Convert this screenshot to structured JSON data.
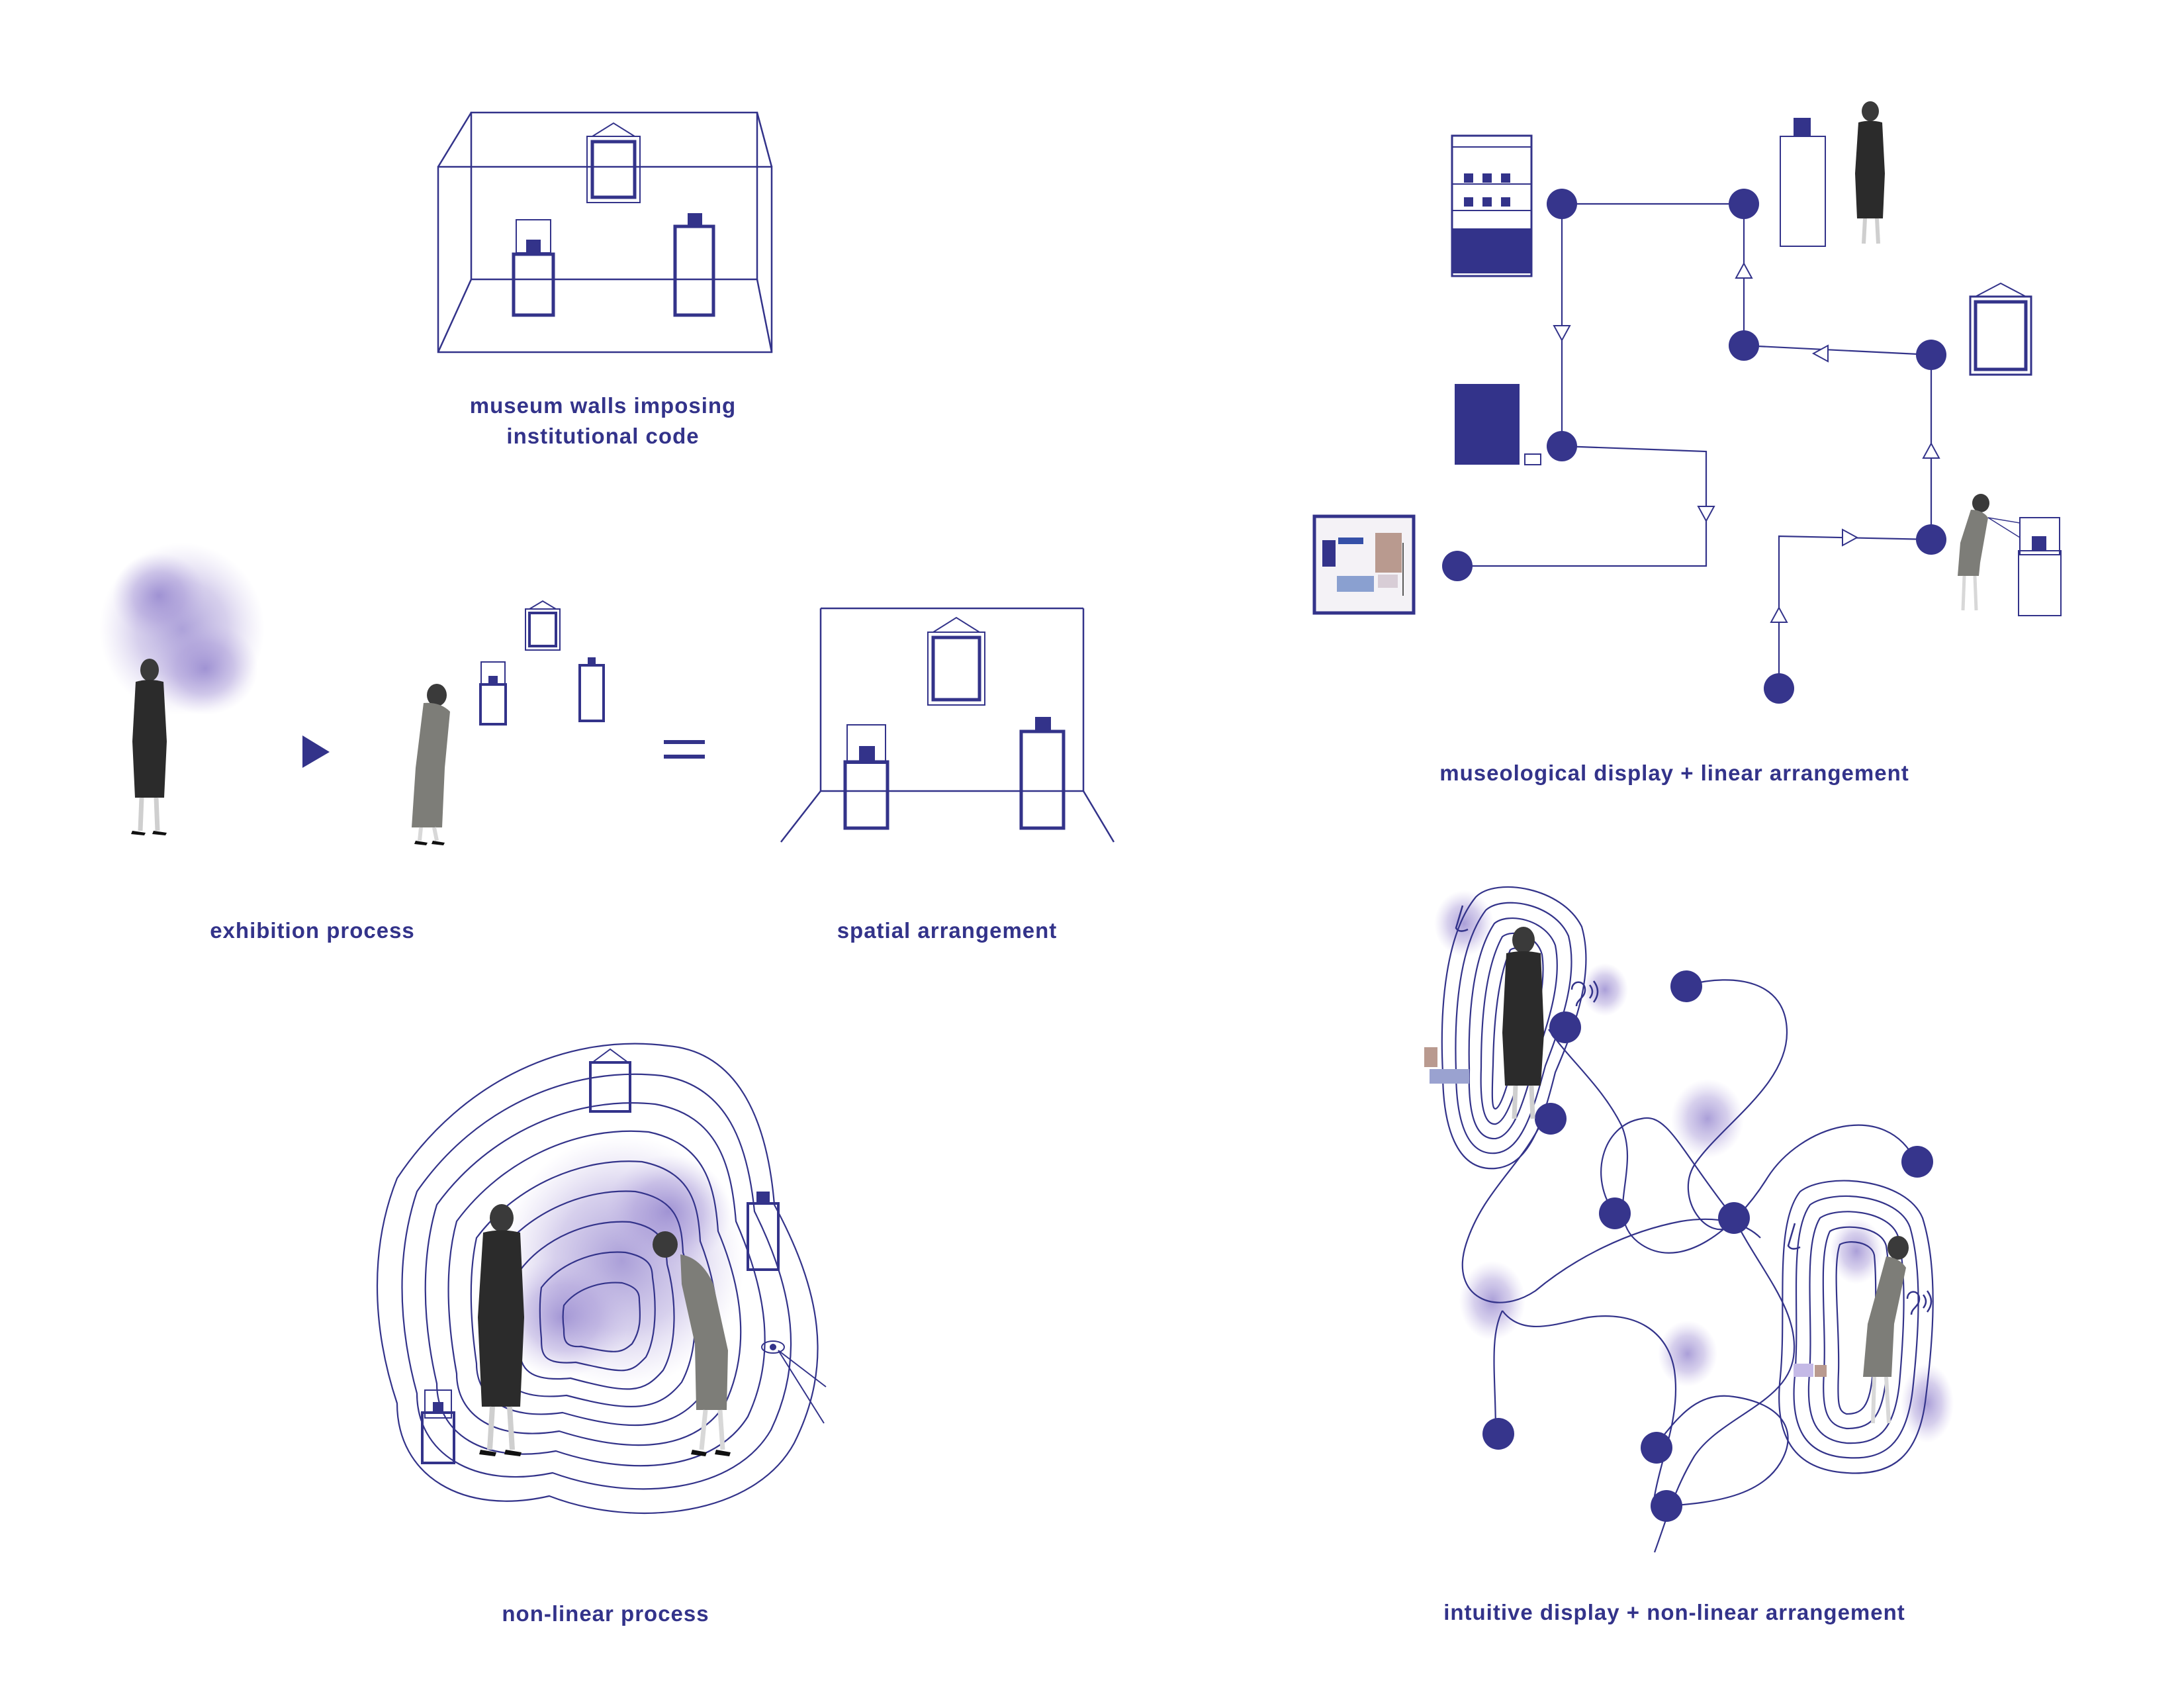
{
  "colors": {
    "ink": "#33338a",
    "dot": "#36358c",
    "cloud": "#9b8fd0",
    "figure_dark": "#2b2b2b",
    "figure_gray": "#7d7d78",
    "background": "#ffffff"
  },
  "captions": {
    "museum_walls": [
      "museum walls imposing",
      "institutional code"
    ],
    "exhibition_process": "exhibition process",
    "spatial_arrangement": "spatial arrangement",
    "non_linear_process": "non-linear process",
    "museological_display": "museological display + linear arrangement",
    "intuitive_display": "intuitive display + non-linear arrangement"
  },
  "icons": [
    "arrow-right-icon",
    "equals-icon",
    "eye-icon",
    "ear-icon",
    "nose-icon",
    "frame-icon",
    "pedestal-icon",
    "shelf-icon",
    "room-photo-icon"
  ]
}
